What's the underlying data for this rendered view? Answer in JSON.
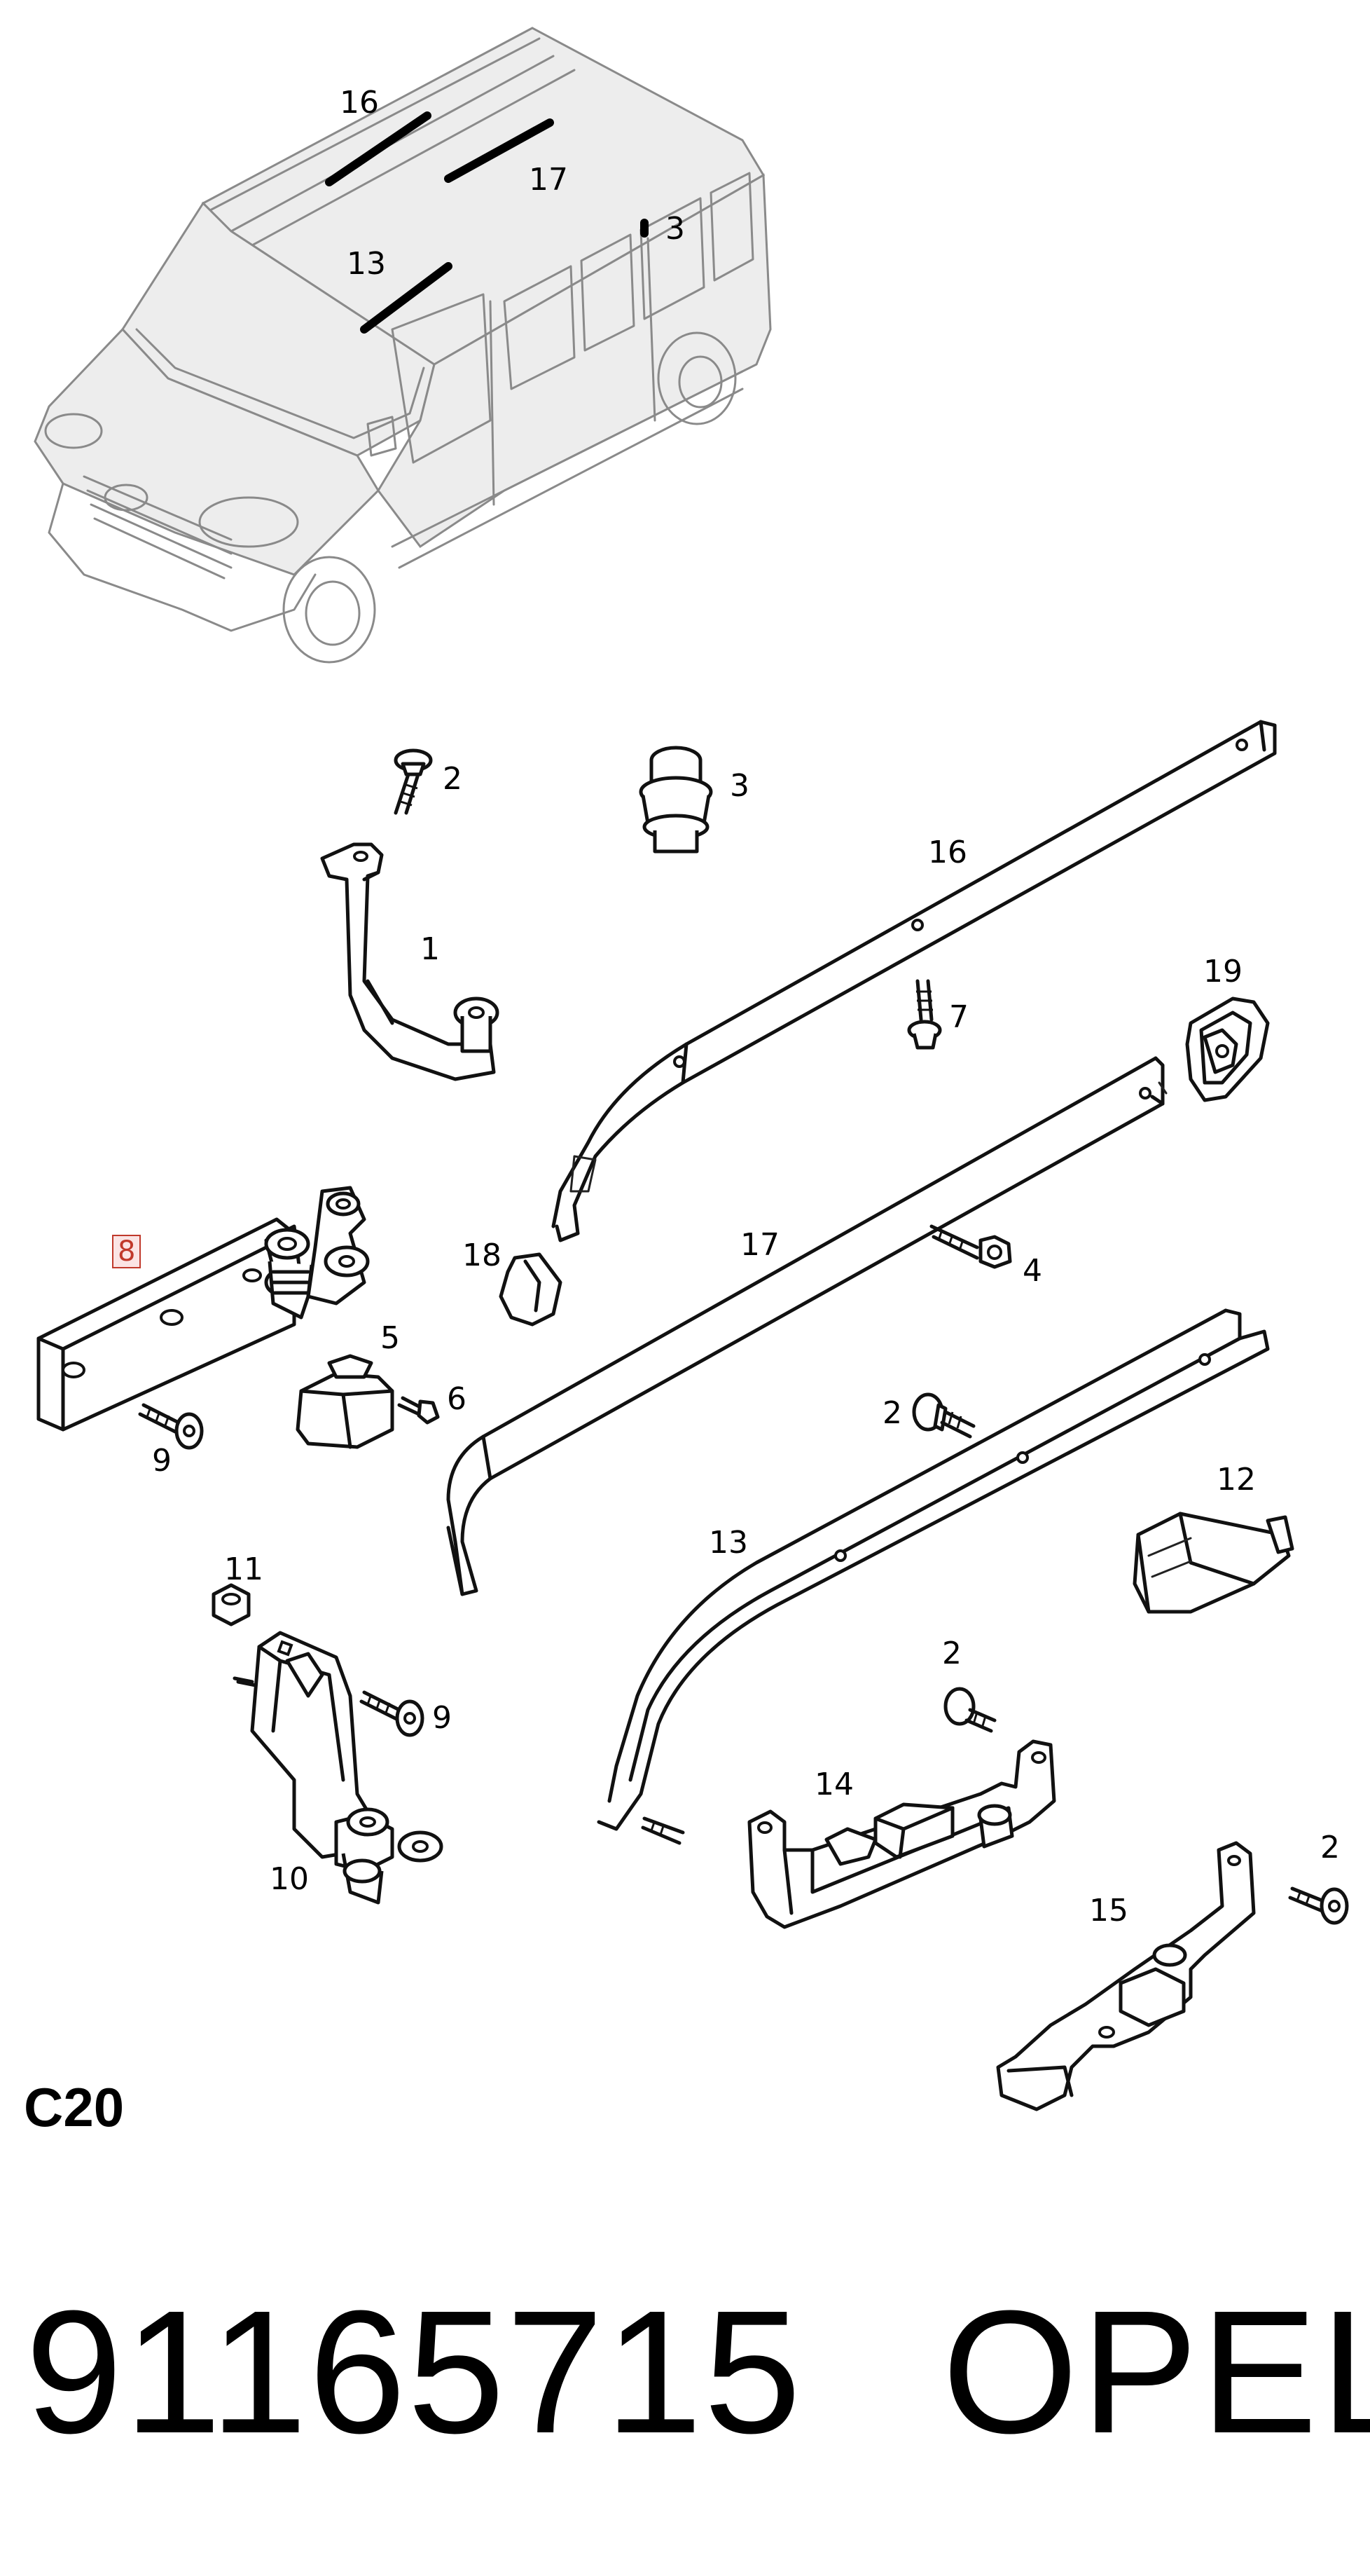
{
  "callouts": {
    "van_16": "16",
    "van_17": "17",
    "van_13": "13",
    "van_3": "3",
    "p2_top": "2",
    "p3": "3",
    "p16": "16",
    "p1": "1",
    "p19": "19",
    "p7": "7",
    "p8": "8",
    "p18": "18",
    "p17": "17",
    "p4": "4",
    "p5": "5",
    "p6": "6",
    "p9_left": "9",
    "p2_mid": "2",
    "p12": "12",
    "p13": "13",
    "p11": "11",
    "p9_bottom": "9",
    "p2_lower": "2",
    "p14": "14",
    "p10": "10",
    "p2_right": "2",
    "p15": "15"
  },
  "section_code": "C20",
  "part_number": "91165715",
  "brand": "OPEL",
  "colors": {
    "highlight_border": "#c0392b",
    "highlight_fill": "#fbe4e4",
    "line": "#111111",
    "van_outline": "#8a8a8a"
  }
}
